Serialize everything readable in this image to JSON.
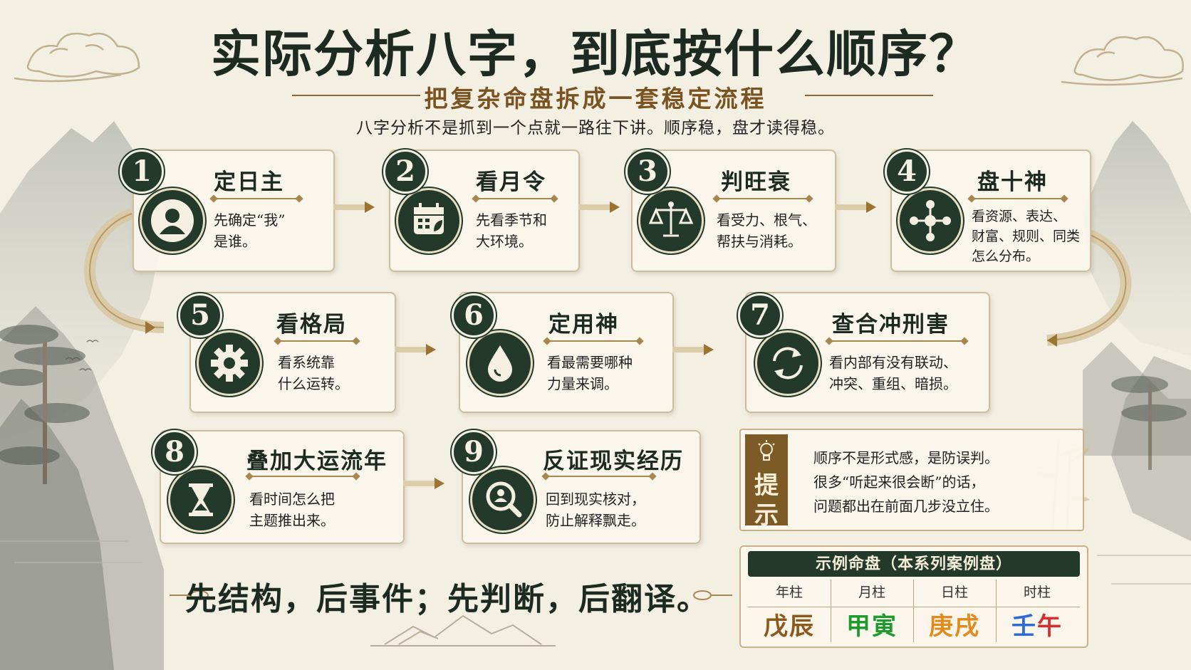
{
  "header": {
    "title": "实际分析八字，到底按什么顺序？",
    "subtitle": "把复杂命盘拆成一套稳定流程",
    "intro": "八字分析不是抓到一个点就一路往下讲。顺序稳，盘才读得稳。"
  },
  "steps": [
    {
      "num": "1",
      "title": "定日主",
      "desc": [
        "先确定“我”",
        "是谁。"
      ],
      "icon": "person-icon"
    },
    {
      "num": "2",
      "title": "看月令",
      "desc": [
        "先看季节和",
        "大环境。"
      ],
      "icon": "calendar-leaf-icon"
    },
    {
      "num": "3",
      "title": "判旺衰",
      "desc": [
        "看受力、根气、",
        "帮扶与消耗。"
      ],
      "icon": "balance-scale-icon"
    },
    {
      "num": "4",
      "title": "盘十神",
      "desc": [
        "看资源、表达、",
        "财富、规则、同类",
        "怎么分布。"
      ],
      "icon": "network-icon"
    },
    {
      "num": "5",
      "title": "看格局",
      "desc": [
        "看系统靠",
        "什么运转。"
      ],
      "icon": "gear-icon"
    },
    {
      "num": "6",
      "title": "定用神",
      "desc": [
        "看最需要哪种",
        "力量来调。"
      ],
      "icon": "water-drop-icon"
    },
    {
      "num": "7",
      "title": "查合冲刑害",
      "desc": [
        "看内部有没有联动、",
        "冲突、重组、暗损。"
      ],
      "icon": "cycle-arrows-icon"
    },
    {
      "num": "8",
      "title": "叠加大运流年",
      "desc": [
        "看时间怎么把",
        "主题推出来。"
      ],
      "icon": "hourglass-icon"
    },
    {
      "num": "9",
      "title": "反证现实经历",
      "desc": [
        "回到现实核对，",
        "防止解释飘走。"
      ],
      "icon": "magnifier-person-icon"
    }
  ],
  "slogan": "先结构，后事件；先判断，后翻译。",
  "tip": {
    "label": [
      "提",
      "示"
    ],
    "lines": [
      "顺序不是形式感，是防误判。",
      "很多“听起来很会断”的话，",
      "问题都出在前面几步没立住。"
    ],
    "icon": "lightbulb-icon"
  },
  "chart": {
    "title": "示例命盘（本系列案例盘）",
    "pillars": [
      {
        "header": "年柱",
        "value": "戊辰",
        "color": "#8a5a1c"
      },
      {
        "header": "月柱",
        "value": "甲寅",
        "color": "#1f9a2e"
      },
      {
        "header": "日柱",
        "value": "庚戌",
        "color": "#e38a1c"
      }
    ],
    "hour_pillar": {
      "header": "时柱",
      "value": [
        "壬",
        "午"
      ],
      "colors": [
        "#2d6bd6",
        "#d62d2d"
      ]
    }
  },
  "colors": {
    "accent": "#233a2b",
    "gold": "#a8874f",
    "paper": "#f3efe3",
    "tip_label": "#7d5b27"
  }
}
